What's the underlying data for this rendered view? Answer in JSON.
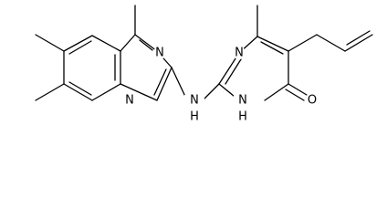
{
  "colors": {
    "background": "#ffffff",
    "ink": "#000000"
  },
  "atoms": {
    "n_quin_top": "N",
    "n_quin_bottom": "N",
    "n_pyr_top": "N",
    "nh_linker": "N",
    "h_linker": "H",
    "nh_pyr": "N",
    "h_pyr": "H",
    "o_carbonyl": "O"
  }
}
